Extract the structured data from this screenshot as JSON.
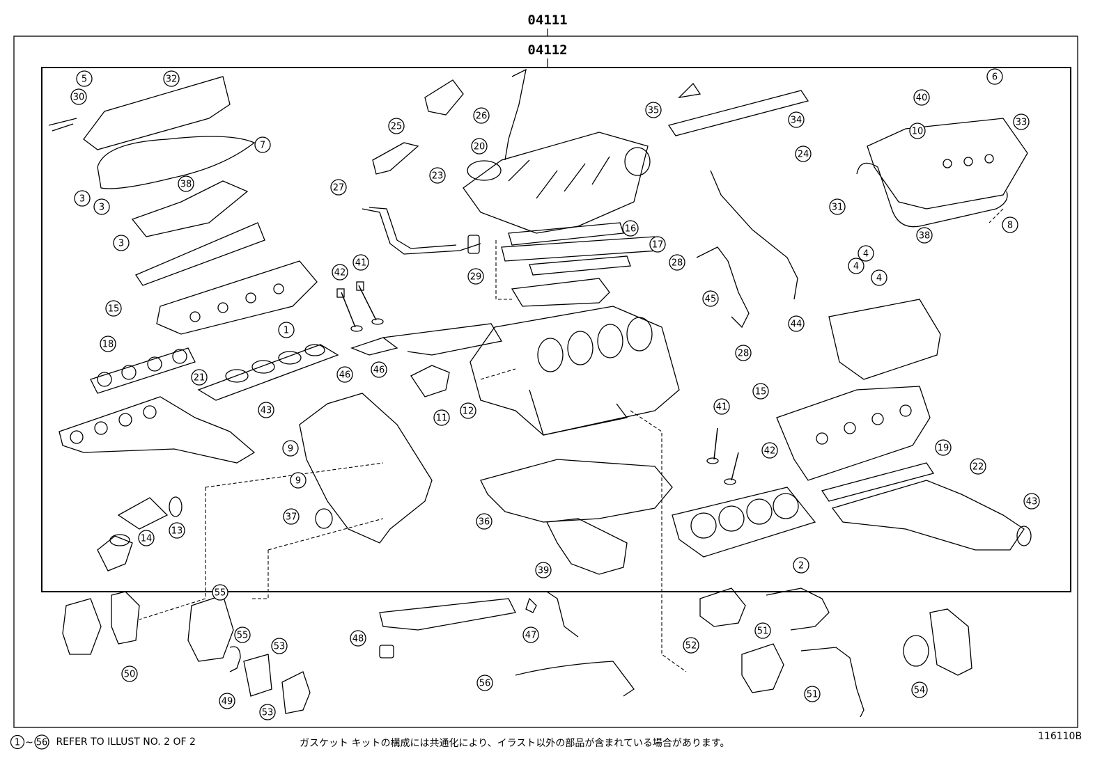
{
  "outer_assembly": {
    "part_no": "04111"
  },
  "inner_assembly": {
    "part_no": "04112"
  },
  "callouts": [
    {
      "n": "5"
    },
    {
      "n": "32"
    },
    {
      "n": "30"
    },
    {
      "n": "7"
    },
    {
      "n": "3"
    },
    {
      "n": "38"
    },
    {
      "n": "3"
    },
    {
      "n": "3"
    },
    {
      "n": "15"
    },
    {
      "n": "1"
    },
    {
      "n": "18"
    },
    {
      "n": "21"
    },
    {
      "n": "43"
    },
    {
      "n": "9"
    },
    {
      "n": "9"
    },
    {
      "n": "37"
    },
    {
      "n": "14"
    },
    {
      "n": "13"
    },
    {
      "n": "42"
    },
    {
      "n": "41"
    },
    {
      "n": "46"
    },
    {
      "n": "46"
    },
    {
      "n": "11"
    },
    {
      "n": "12"
    },
    {
      "n": "26"
    },
    {
      "n": "25"
    },
    {
      "n": "20"
    },
    {
      "n": "23"
    },
    {
      "n": "27"
    },
    {
      "n": "29"
    },
    {
      "n": "16"
    },
    {
      "n": "17"
    },
    {
      "n": "35"
    },
    {
      "n": "34"
    },
    {
      "n": "24"
    },
    {
      "n": "28"
    },
    {
      "n": "28"
    },
    {
      "n": "45"
    },
    {
      "n": "44"
    },
    {
      "n": "36"
    },
    {
      "n": "39"
    },
    {
      "n": "41"
    },
    {
      "n": "15"
    },
    {
      "n": "42"
    },
    {
      "n": "2"
    },
    {
      "n": "6"
    },
    {
      "n": "40"
    },
    {
      "n": "10"
    },
    {
      "n": "33"
    },
    {
      "n": "31"
    },
    {
      "n": "8"
    },
    {
      "n": "38"
    },
    {
      "n": "4"
    },
    {
      "n": "4"
    },
    {
      "n": "4"
    },
    {
      "n": "19"
    },
    {
      "n": "22"
    },
    {
      "n": "43"
    },
    {
      "n": "55"
    },
    {
      "n": "55"
    },
    {
      "n": "50"
    },
    {
      "n": "49"
    },
    {
      "n": "53"
    },
    {
      "n": "53"
    },
    {
      "n": "48"
    },
    {
      "n": "47"
    },
    {
      "n": "56"
    },
    {
      "n": "52"
    },
    {
      "n": "51"
    },
    {
      "n": "51"
    },
    {
      "n": "54"
    }
  ],
  "footer": {
    "range_start": "1",
    "range_sep": "~",
    "range_end": "56",
    "note": "REFER TO ILLUST NO. 2 OF 2",
    "jp_note": "ガスケット キットの構成には共通化により、イラスト以外の部品が含まれている場合があります。",
    "illust_no": "116110B"
  }
}
